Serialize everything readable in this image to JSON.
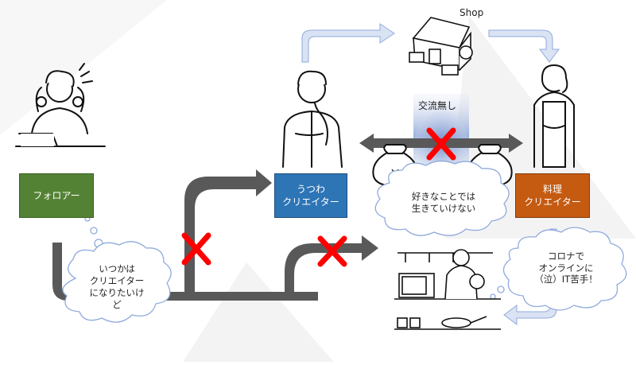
{
  "diagram": {
    "shop_label": "Shop",
    "no_exchange_label": "交流無し",
    "follower_box": "フォロアー",
    "utsuwa_box": [
      "うつわ",
      "クリエイター"
    ],
    "ryori_box": [
      "料理",
      "クリエイター"
    ],
    "cloud_follower": [
      "いつかは",
      "クリエイター",
      "になりたいけ",
      "ど"
    ],
    "cloud_center": [
      "好きなことでは",
      "生きていけない"
    ],
    "cloud_right": [
      "コロナで",
      "オンラインに",
      "（泣）IT苦手！"
    ],
    "yen_symbol": "¥"
  },
  "colors": {
    "follower_green": "#548235",
    "utsuwa_blue": "#2e75b6",
    "ryori_orange": "#c55a11",
    "arrow_gray": "#595959",
    "light_arrow": "#dae3f3",
    "cross_red": "#ff0000"
  }
}
